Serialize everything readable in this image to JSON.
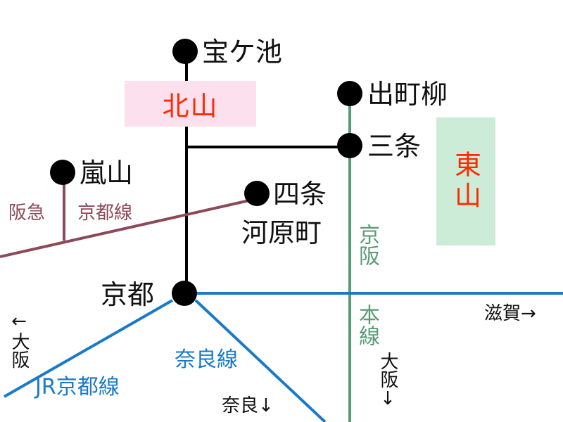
{
  "colors": {
    "subway": "#000000",
    "hankyu": "#8b4a58",
    "keihan": "#5a9a76",
    "jr": "#1a7ac8",
    "area_text": "#ff2a00",
    "kitayama_bg": "#fde0ee",
    "higashiyama_bg": "#cdecd8"
  },
  "areas": {
    "kitayama": "北山",
    "higashiyama": "東山"
  },
  "stations": {
    "takaragaike": "宝ケ池",
    "demachiyanagi": "出町柳",
    "sanjo": "三条",
    "arashiyama": "嵐山",
    "shijo_kawaramachi_line1": "四条",
    "shijo_kawaramachi_line2": "河原町",
    "kyoto": "京都"
  },
  "lines": {
    "hankyu_part1": "阪急",
    "hankyu_part2": "京都線",
    "keihan_part1": "京阪",
    "keihan_part2": "本線",
    "jr_kyoto": "JR京都線",
    "nara": "奈良線"
  },
  "directions": {
    "osaka_left": "←大阪",
    "shiga": "滋賀→",
    "nara": "奈良↓",
    "osaka_down": "大阪↓"
  }
}
